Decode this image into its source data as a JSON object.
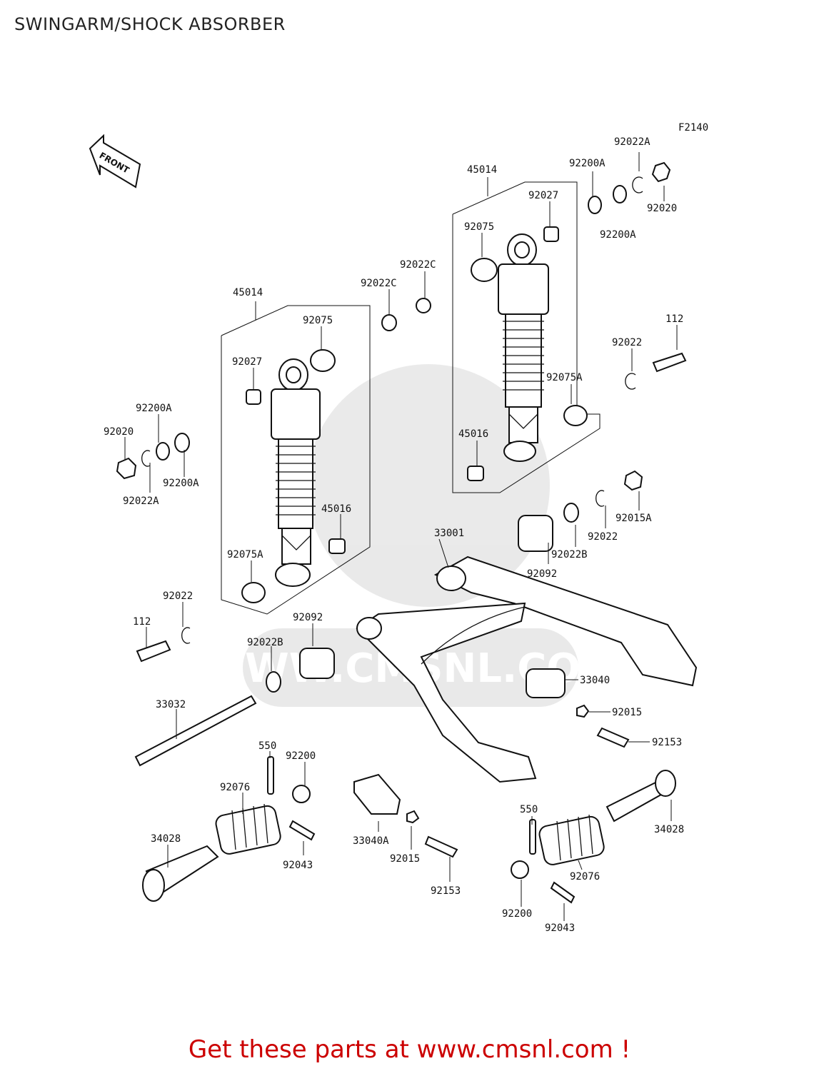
{
  "page": {
    "title": "SWINGARM/SHOCK ABSORBER",
    "cta": "Get these parts at www.cmsnl.com !",
    "figure_code": "F2140",
    "front_label": "FRONT",
    "watermark": "WWW.CMSNL.COM",
    "accent_color": "#cc0000"
  },
  "labels": [
    {
      "id": "F2140",
      "text": "F2140"
    },
    {
      "id": "92022A-r",
      "text": "92022A"
    },
    {
      "id": "92200A-r1",
      "text": "92200A"
    },
    {
      "id": "45014-r",
      "text": "45014"
    },
    {
      "id": "92027-r",
      "text": "92027"
    },
    {
      "id": "92020-r",
      "text": "92020"
    },
    {
      "id": "92200A-r2",
      "text": "92200A"
    },
    {
      "id": "92075-r",
      "text": "92075"
    },
    {
      "id": "92022C-r1",
      "text": "92022C"
    },
    {
      "id": "92022C-r2",
      "text": "92022C"
    },
    {
      "id": "45014-l",
      "text": "45014"
    },
    {
      "id": "92075-l",
      "text": "92075"
    },
    {
      "id": "112-r",
      "text": "112"
    },
    {
      "id": "92022-r",
      "text": "92022"
    },
    {
      "id": "92027-l",
      "text": "92027"
    },
    {
      "id": "92075A-r",
      "text": "92075A"
    },
    {
      "id": "92200A-l1",
      "text": "92200A"
    },
    {
      "id": "92020-l",
      "text": "92020"
    },
    {
      "id": "45016-r",
      "text": "45016"
    },
    {
      "id": "92200A-l2",
      "text": "92200A"
    },
    {
      "id": "92022A-l",
      "text": "92022A"
    },
    {
      "id": "92015A",
      "text": "92015A"
    },
    {
      "id": "45016-l",
      "text": "45016"
    },
    {
      "id": "33001",
      "text": "33001"
    },
    {
      "id": "92022-mid",
      "text": "92022"
    },
    {
      "id": "92022B-r",
      "text": "92022B"
    },
    {
      "id": "92092-r",
      "text": "92092"
    },
    {
      "id": "92075A-l",
      "text": "92075A"
    },
    {
      "id": "92022-l",
      "text": "92022"
    },
    {
      "id": "92092-l",
      "text": "92092"
    },
    {
      "id": "112-l",
      "text": "112"
    },
    {
      "id": "92022B-l",
      "text": "92022B"
    },
    {
      "id": "33040",
      "text": "33040"
    },
    {
      "id": "33032",
      "text": "33032"
    },
    {
      "id": "92015-r",
      "text": "92015"
    },
    {
      "id": "92153-r",
      "text": "92153"
    },
    {
      "id": "550-l",
      "text": "550"
    },
    {
      "id": "92200-l",
      "text": "92200"
    },
    {
      "id": "92076-l",
      "text": "92076"
    },
    {
      "id": "550-r",
      "text": "550"
    },
    {
      "id": "34028-r",
      "text": "34028"
    },
    {
      "id": "34028-l",
      "text": "34028"
    },
    {
      "id": "33040A",
      "text": "33040A"
    },
    {
      "id": "92015-m",
      "text": "92015"
    },
    {
      "id": "92043-l",
      "text": "92043"
    },
    {
      "id": "92076-r",
      "text": "92076"
    },
    {
      "id": "92153-m",
      "text": "92153"
    },
    {
      "id": "92200-r",
      "text": "92200"
    },
    {
      "id": "92043-r",
      "text": "92043"
    }
  ]
}
